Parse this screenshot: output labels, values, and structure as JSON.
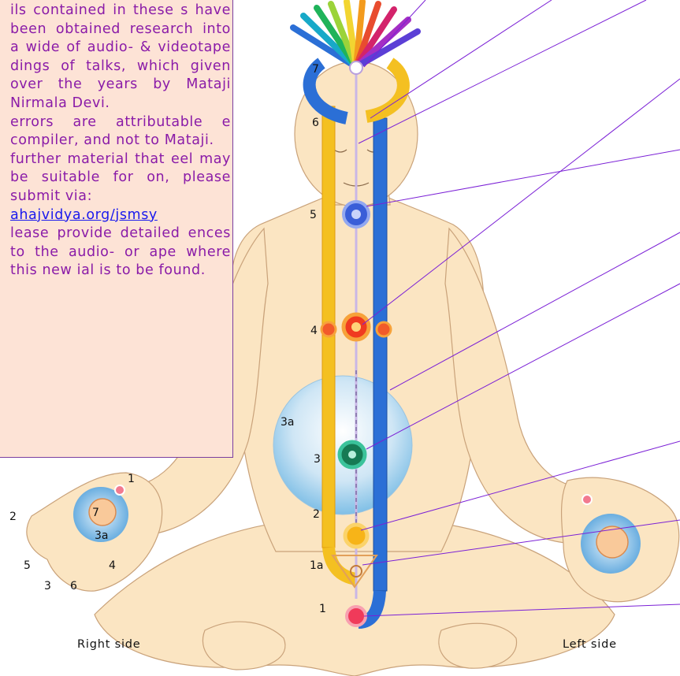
{
  "notice": {
    "paragraphs": [
      "ils contained in these s have been obtained research into a wide of audio- & videotape dings of talks, which given over the years by Mataji Nirmala Devi.",
      "errors are attributable e compiler, and not to Mataji.",
      "further material that eel may be suitable for on, please submit via:"
    ],
    "link": "ahajvidya.org/jsmsy",
    "closing": "lease provide detailed ences to the audio- or ape where this new ial is to be found."
  },
  "chakra_numbers": {
    "c7": "7",
    "c6": "6",
    "c5": "5",
    "c4": "4",
    "c3a": "3a",
    "c3": "3",
    "c2": "2",
    "c1a": "1a",
    "c1": "1"
  },
  "hand_numbers": {
    "h1": "1",
    "h2": "2",
    "h7": "7",
    "h3a": "3a",
    "h5": "5",
    "h4": "4",
    "h3": "3",
    "h6": "6"
  },
  "sides": {
    "right": "Right side",
    "left": "Left side"
  },
  "colors": {
    "left_channel": "#2b6fd6",
    "right_channel": "#f4c021",
    "center_channel": "#c9b6e6",
    "pointer_lines": "#7b20d6",
    "note_text": "#8a1ba8",
    "skin": "#fbe5c2"
  }
}
